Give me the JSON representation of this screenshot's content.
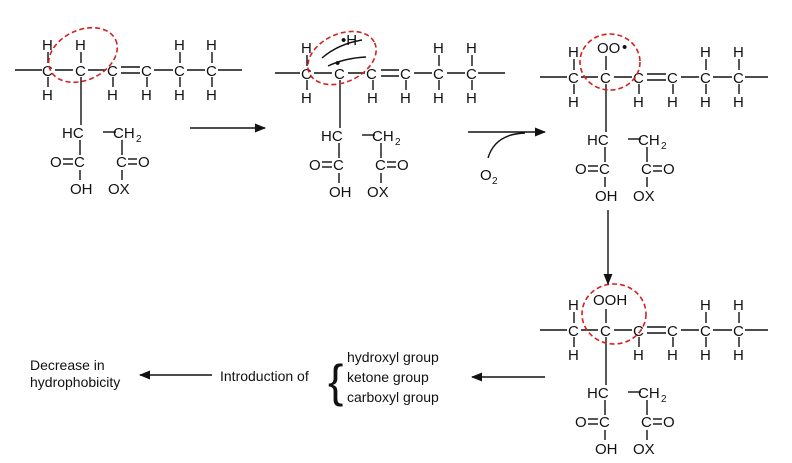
{
  "atoms": {
    "H": "H",
    "C": "C",
    "HC": "HC",
    "CH": "CH",
    "sub2": "2",
    "O": "O",
    "OH": "OH",
    "OX": "OX",
    "OO": "OO",
    "OOH": "OOH",
    "radical": "•",
    "H_radical": "•H"
  },
  "reagent": {
    "main": "O",
    "sub": "2"
  },
  "labels": {
    "decrease_line1": "Decrease in",
    "decrease_line2": "hydrophobicity",
    "introduction": "Introduction of",
    "groups": [
      "hydroxyl group",
      "ketone group",
      "carboxyl group"
    ]
  },
  "colors": {
    "highlight": "#d32020",
    "ink": "#111111"
  }
}
